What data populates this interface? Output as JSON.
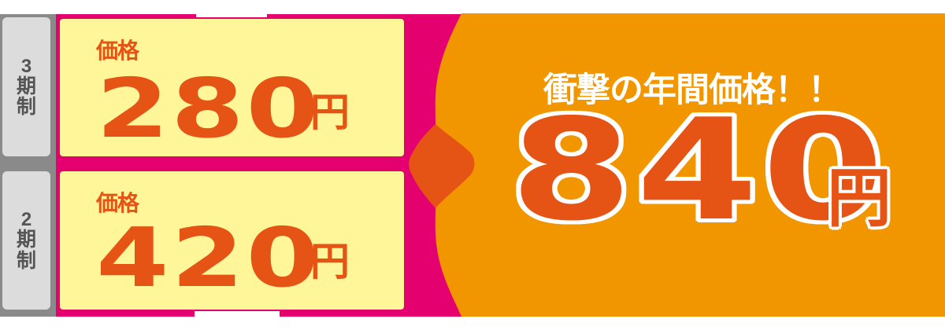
{
  "colors": {
    "magenta_frame": "#e4006f",
    "yellow_box": "#fff599",
    "orange_panel": "#f29600",
    "price_text": "#e65415",
    "label_bg": "#dcdcdc",
    "label_text": "#555555",
    "rail": "#8a8a8a",
    "headline_text": "#ffffff"
  },
  "plans": [
    {
      "period_number": "3",
      "period_kanji_1": "期",
      "period_kanji_2": "制",
      "price_label": "価格",
      "price_value": "280",
      "currency": "円"
    },
    {
      "period_number": "2",
      "period_kanji_1": "期",
      "period_kanji_2": "制",
      "price_label": "価格",
      "price_value": "420",
      "currency": "円"
    }
  ],
  "connector_icon": "plus-diamond-icon",
  "result": {
    "headline": "衝撃の年間価格！！",
    "total_value": "840",
    "currency": "円"
  }
}
